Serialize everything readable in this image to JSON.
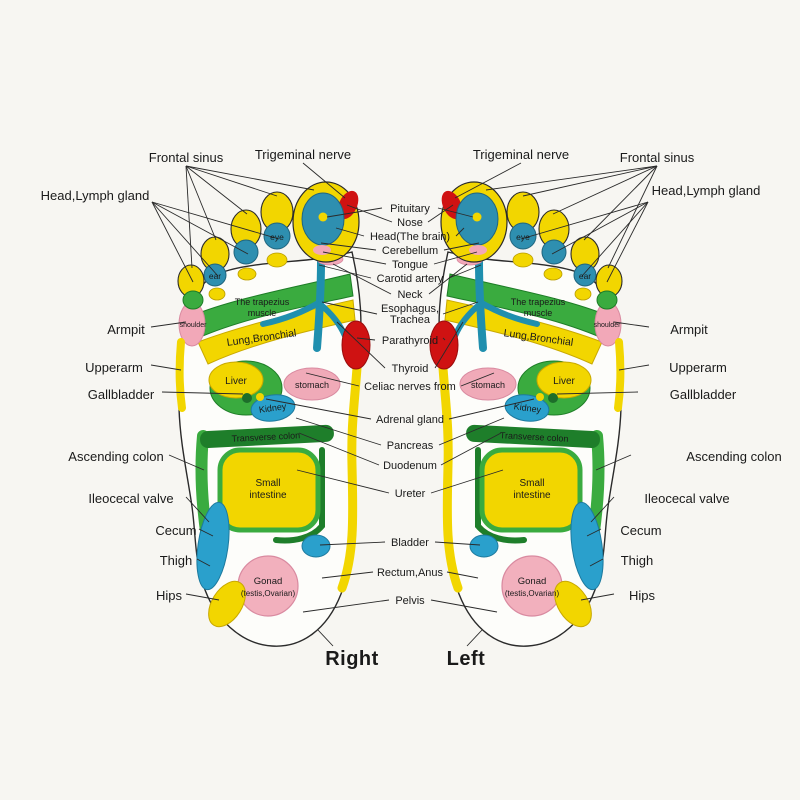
{
  "chart": {
    "type": "foot-reflexology-diagram",
    "captions": {
      "right": "Right",
      "left": "Left"
    }
  },
  "top": {
    "frontal_sinus_left": "Frontal sinus",
    "trigeminal_left": "Trigeminal nerve",
    "trigeminal_right": "Trigeminal nerve",
    "frontal_sinus_right": "Frontal sinus"
  },
  "left_column": {
    "head_lymph": "Head,Lymph gland",
    "armpit": "Armpit",
    "upperarm": "Upperarm",
    "gallbladder": "Gallbladder",
    "ascending_colon": "Ascending colon",
    "ileocecal_valve": "Ileocecal valve",
    "cecum": "Cecum",
    "thigh": "Thigh",
    "hips": "Hips"
  },
  "right_column": {
    "head_lymph": "Head,Lymph gland",
    "armpit": "Armpit",
    "upperarm": "Upperarm",
    "gallbladder": "Gallbladder",
    "ascending_colon": "Ascending colon",
    "ileocecal_valve": "Ileocecal valve",
    "cecum": "Cecum",
    "thigh": "Thigh",
    "hips": "Hips"
  },
  "center_column": {
    "pituitary": "Pituitary",
    "nose": "Nose",
    "head_brain": "Head(The brain)",
    "cerebellum": "Cerebellum",
    "tongue": "Tongue",
    "carotid_artery": "Carotid artery",
    "neck": "Neck",
    "esophagus": "Esophagus,",
    "trachea": "Trachea",
    "parathyroid": "Parathyroid",
    "thyroid": "Thyroid",
    "celiac_nerves": "Celiac nerves from",
    "adrenal_gland": "Adrenal gland",
    "pancreas": "Pancreas",
    "duodenum": "Duodenum",
    "ureter": "Ureter",
    "bladder": "Bladder",
    "rectum_anus": "Rectum,Anus",
    "pelvis": "Pelvis"
  },
  "zones": {
    "eye": "eye",
    "ear": "ear",
    "shoulder": "shoulder",
    "trapezius_line1": "The trapezius",
    "trapezius_line2": "muscle",
    "lung_bronchial": "Lung,Bronchial",
    "liver": "Liver",
    "stomach": "stomach",
    "kidney": "Kidney",
    "transverse_colon": "Transverse colon",
    "small_intestine_line1": "Small",
    "small_intestine_line2": "intestine",
    "gonad_line1": "Gonad",
    "gonad_line2": "(testis,Ovarian)"
  },
  "colors": {
    "yellow": "#f2d600",
    "green": "#3aab3f",
    "dark_green": "#1e7e2a",
    "teal": "#2e8fb0",
    "blue": "#2aa0cc",
    "pink": "#f2a8b8",
    "red": "#cf1212",
    "background": "#f7f6f2"
  }
}
